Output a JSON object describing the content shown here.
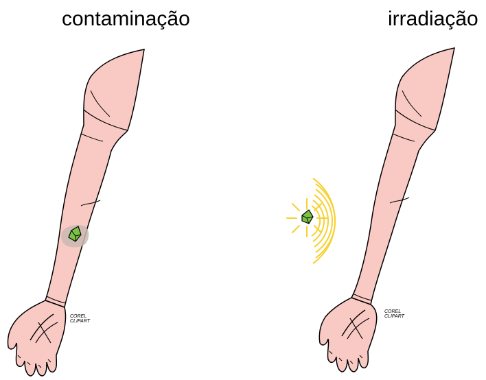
{
  "captions": {
    "left": "contaminação",
    "right": "irradiação"
  },
  "watermarks": {
    "left_line1": "COREL",
    "left_line2": "CLIPART",
    "right_line1": "COREL",
    "right_line2": "CLIPART"
  },
  "colors": {
    "skin": "#f9c9c4",
    "outline": "#000000",
    "source_green": "#7cc242",
    "radiation_yellow": "#f7d130",
    "contamination_patch": "#c9b9b3"
  },
  "icons": {
    "left_panel": "arm-with-contamination-illustration",
    "right_panel": "arm-with-irradiation-illustration"
  }
}
